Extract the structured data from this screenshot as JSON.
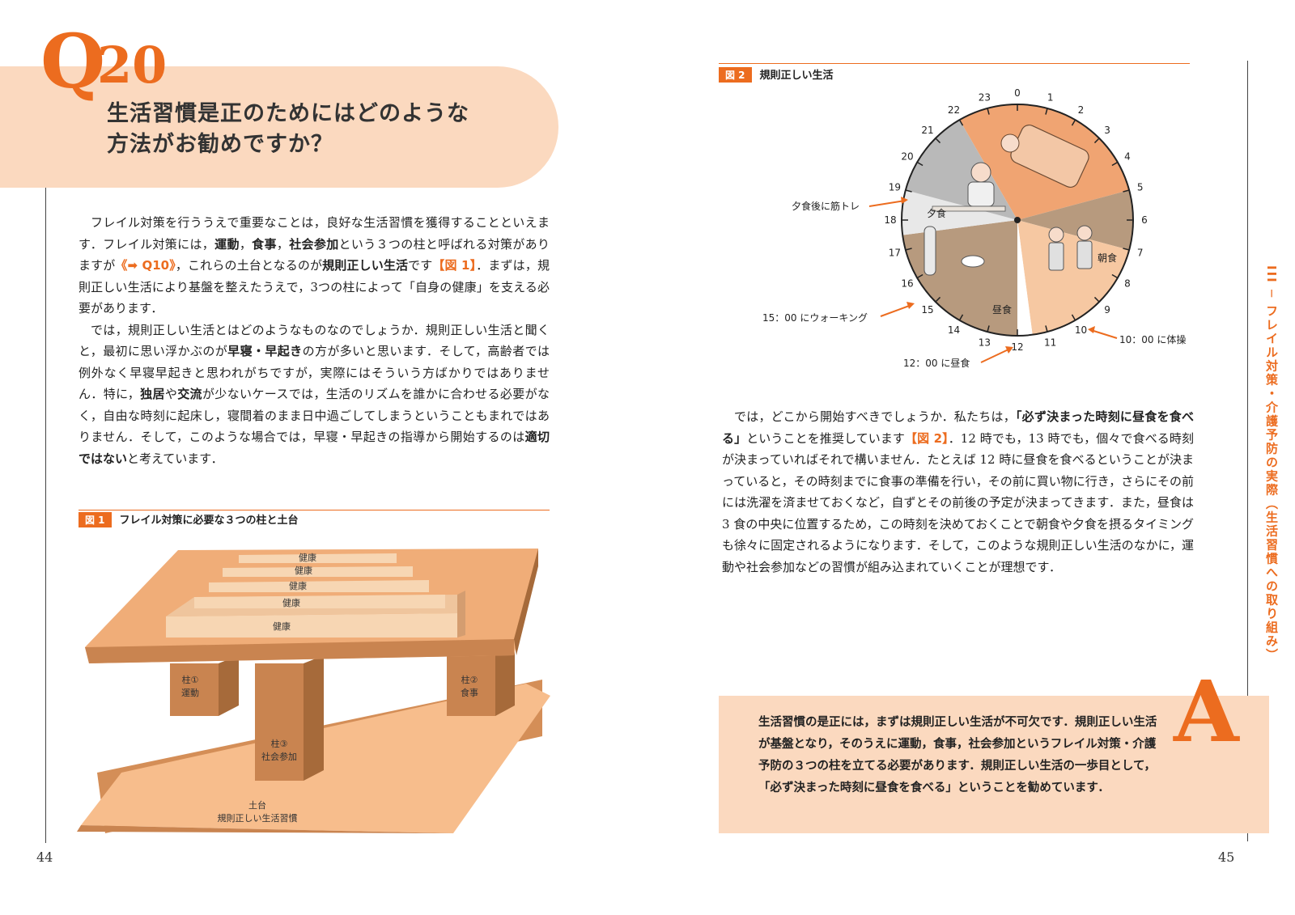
{
  "question": {
    "mark": "Q",
    "number": "20",
    "title_line1": "生活習慣是正のためにはどのような",
    "title_line2": "方法がお勧めですか？"
  },
  "left_body": {
    "p1_a": "フレイル対策を行ううえで重要なことは，良好な生活習慣を獲得することといえます．フレイル対策には，",
    "p1_b1": "運動",
    "p1_c1": "，",
    "p1_b2": "食事",
    "p1_c2": "，",
    "p1_b3": "社会参加",
    "p1_d": "という３つの柱と呼ばれる対策がありますが",
    "p1_ref1": "《➡ Q10》",
    "p1_e": "，これらの土台となるのが",
    "p1_b4": "規則正しい生活",
    "p1_f": "です",
    "p1_ref2": "【図 1】",
    "p1_g": "．まずは，規則正しい生活により基盤を整えたうえで，3つの柱によって「自身の健康」を支える必要があります．",
    "p2_a": "では，規則正しい生活とはどのようなものなのでしょうか．規則正しい生活と聞くと，最初に思い浮かぶのが",
    "p2_b1": "早寝・早起き",
    "p2_c": "の方が多いと思います．そして，高齢者では例外なく早寝早起きと思われがちですが，実際にはそういう方ばかりではありません．特に，",
    "p2_b2": "独居",
    "p2_d": "や",
    "p2_b3": "交流",
    "p2_e": "が少ないケースでは，生活のリズムを誰かに合わせる必要がなく，自由な時刻に起床し，寝間着のまま日中過ごしてしまうということもまれではありません．そして，このような場合では，早寝・早起きの指導から開始するのは",
    "p2_b4": "適切ではない",
    "p2_f": "と考えています．"
  },
  "fig1": {
    "tag": "図 1",
    "caption": "フレイル対策に必要な３つの柱と土台",
    "steps": [
      "健康",
      "健康",
      "健康",
      "健康",
      "健康"
    ],
    "pillar1_a": "柱①",
    "pillar1_b": "運動",
    "pillar2_a": "柱②",
    "pillar2_b": "食事",
    "pillar3_a": "柱③",
    "pillar3_b": "社会参加",
    "base_a": "土台",
    "base_b": "規則正しい生活習慣"
  },
  "fig2": {
    "tag": "図 2",
    "caption": "規則正しい生活",
    "hours": [
      "0",
      "1",
      "2",
      "3",
      "4",
      "5",
      "6",
      "7",
      "8",
      "9",
      "10",
      "11",
      "12",
      "13",
      "14",
      "15",
      "16",
      "17",
      "18",
      "19",
      "20",
      "21",
      "22",
      "23"
    ],
    "inner_labels": {
      "dinner": "夕食",
      "breakfast": "朝食",
      "lunch": "昼食"
    },
    "callouts": {
      "after_dinner": "夕食後に筋トレ",
      "walking": "15：00 にウォーキング",
      "lunch": "12：00 に昼食",
      "exercise": "10：00 に体操"
    },
    "colors": {
      "accent": "#ec6c1f",
      "sleep": "#f0a472",
      "gray": "#b9b9b9",
      "brown": "#b79a7e",
      "light": "#f6c8a2"
    }
  },
  "right_body": {
    "a": "では，どこから開始すべきでしょうか．私たちは，",
    "b1": "「必ず決まった時刻に昼食を食べる」",
    "c": "ということを推奨しています",
    "ref": "【図 2】",
    "d": "．12 時でも，13 時でも，個々で食べる時刻が決まっていればそれで構いません．たとえば 12 時に昼食を食べるということが決まっていると，その時刻までに食事の準備を行い，その前に買い物に行き，さらにその前には洗濯を済ませておくなど，自ずとその前後の予定が決まってきます．また，昼食は 3 食の中央に位置するため，この時刻を決めておくことで朝食や夕食を摂るタイミングも徐々に固定されるようになります．そして，このような規則正しい生活のなかに，運動や社会参加などの習慣が組み込まれていくことが理想です．"
  },
  "answer": {
    "mark": "A",
    "text": "生活習慣の是正には，まずは規則正しい生活が不可欠です．規則正しい生活が基盤となり，そのうえに運動，食事，社会参加というフレイル対策・介護予防の３つの柱を立てる必要があります．規則正しい生活の一歩目として，「必ず決まった時刻に昼食を食べる」ということを勧めています．"
  },
  "side_title": "III ─ フレイル対策・介護予防の実際（生活習慣への取り組み）",
  "page_left": "44",
  "page_right": "45"
}
